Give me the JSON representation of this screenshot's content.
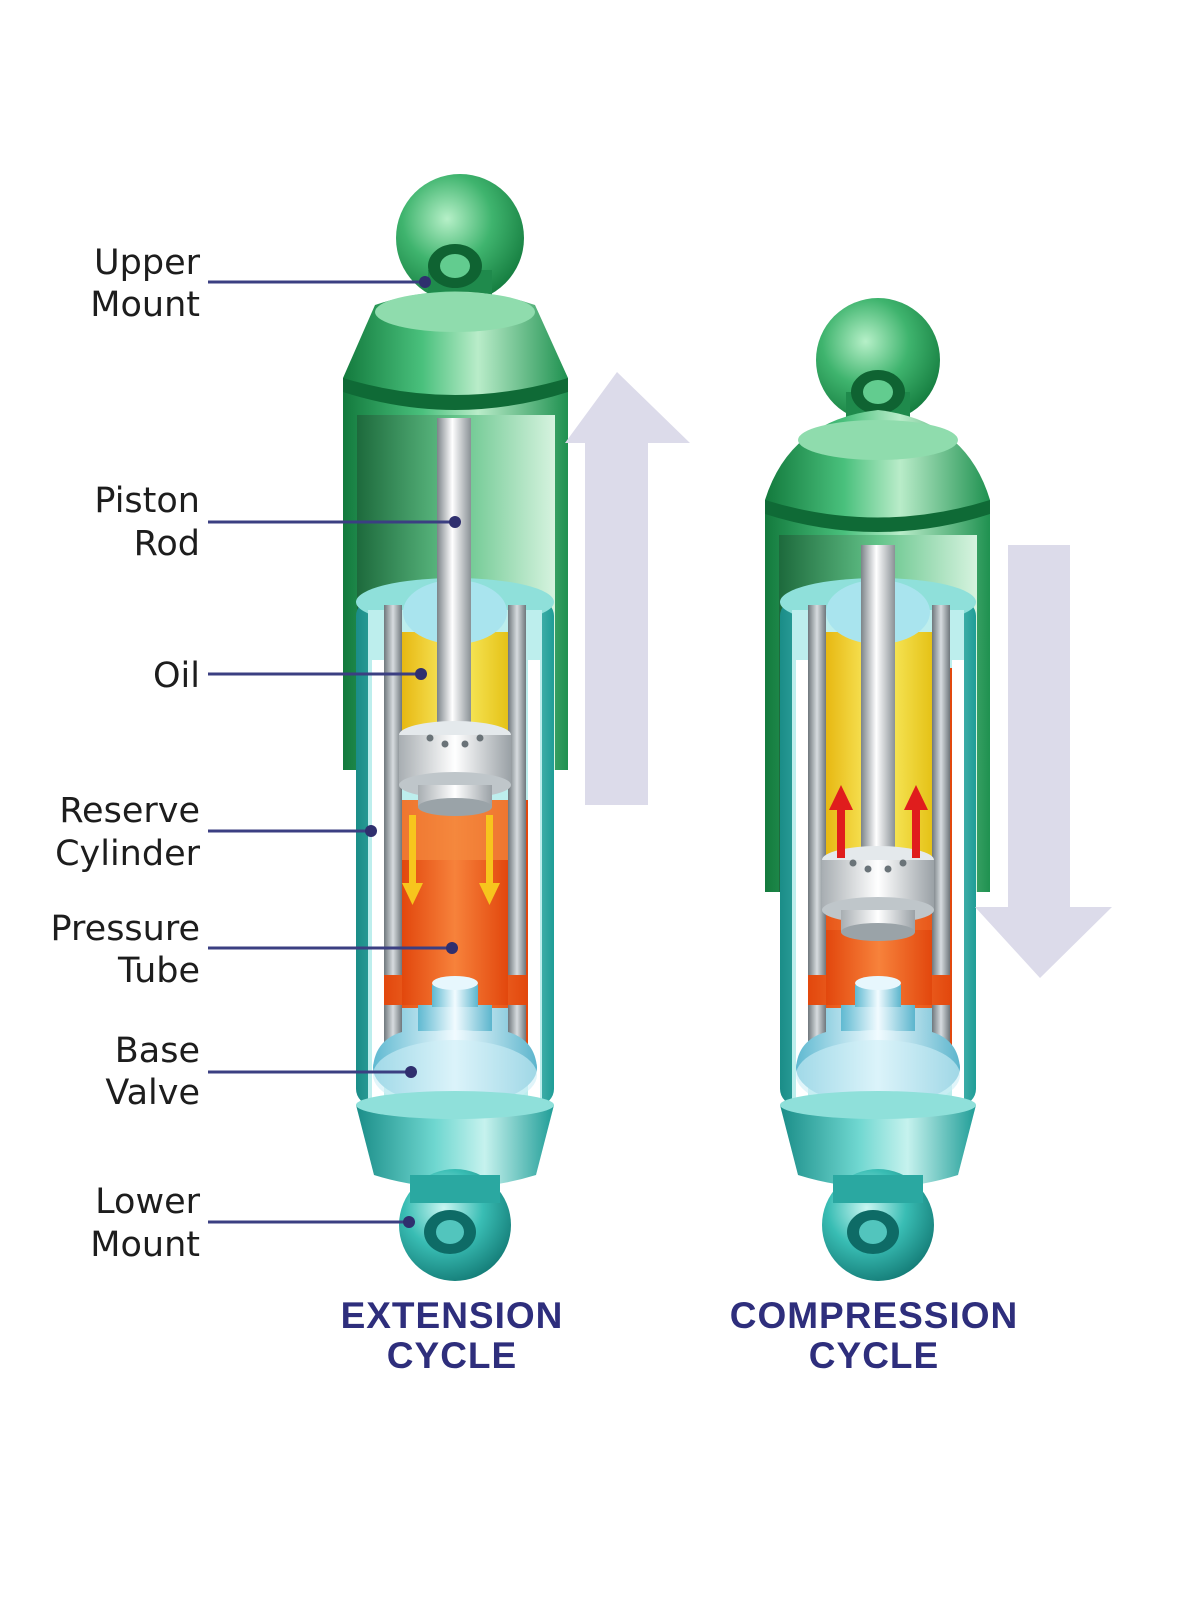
{
  "colors": {
    "accent_title": "#2e2e7c",
    "leader_line": "#3b3f82",
    "upper_shell_green": "#2aa860",
    "lower_shell_teal": "#2ab7b0",
    "oil_yellow": "#f3d21b",
    "oil_orange": "#ee5a14",
    "motion_arrow": "#dcdbea",
    "flow_arrow_extension": "#f7c51d",
    "flow_arrow_compression": "#e01d1d"
  },
  "labels": {
    "upper_mount": {
      "line1": "Upper",
      "line2": "Mount"
    },
    "piston_rod": {
      "line1": "Piston",
      "line2": "Rod"
    },
    "oil": {
      "line1": "Oil"
    },
    "reserve_cylinder": {
      "line1": "Reserve",
      "line2": "Cylinder"
    },
    "pressure_tube": {
      "line1": "Pressure",
      "line2": "Tube"
    },
    "base_valve": {
      "line1": "Base",
      "line2": "Valve"
    },
    "lower_mount": {
      "line1": "Lower",
      "line2": "Mount"
    }
  },
  "cycles": {
    "extension": {
      "line1": "EXTENSION",
      "line2": "CYCLE",
      "motion": "up"
    },
    "compression": {
      "line1": "COMPRESSION",
      "line2": "CYCLE",
      "motion": "down"
    }
  }
}
